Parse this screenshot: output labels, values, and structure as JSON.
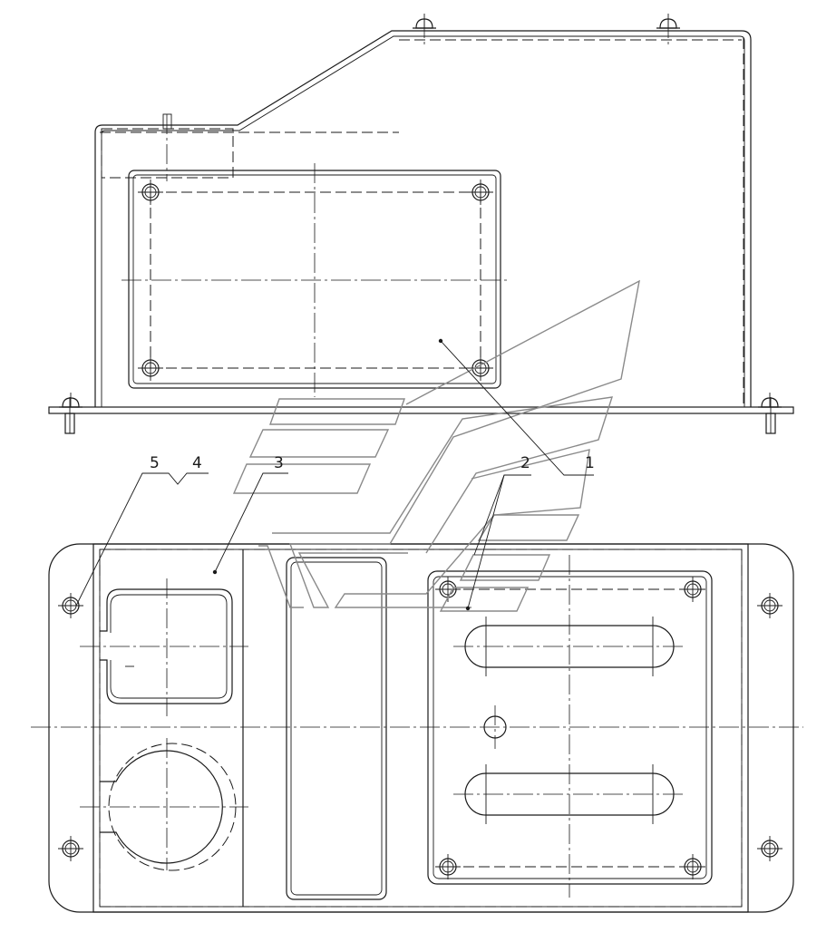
{
  "callouts": [
    {
      "id": "1",
      "text": "1"
    },
    {
      "id": "2",
      "text": "2"
    },
    {
      "id": "3",
      "text": "3"
    },
    {
      "id": "4",
      "text": "4"
    },
    {
      "id": "5",
      "text": "5"
    }
  ],
  "colors": {
    "line": "#1a1a1a",
    "watermark": "#8a8a8a",
    "background": "#ffffff"
  }
}
